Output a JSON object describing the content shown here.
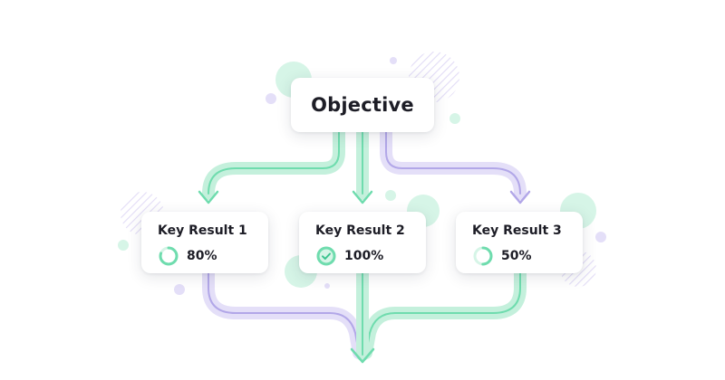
{
  "objective": {
    "title": "Objective"
  },
  "key_results": [
    {
      "title": "Key Result 1",
      "progress_label": "80%",
      "progress": 0.8,
      "complete": false
    },
    {
      "title": "Key Result 2",
      "progress_label": "100%",
      "progress": 1.0,
      "complete": true
    },
    {
      "title": "Key Result 3",
      "progress_label": "50%",
      "progress": 0.5,
      "complete": false
    }
  ],
  "colors": {
    "green": "#6fdcae",
    "green_dark": "#3cc48f",
    "green_light": "#d6f5e7",
    "purple": "#c9c1ef",
    "purple_dark": "#b2a7e8",
    "purple_light": "#e4dff8",
    "text": "#1d1d26"
  }
}
